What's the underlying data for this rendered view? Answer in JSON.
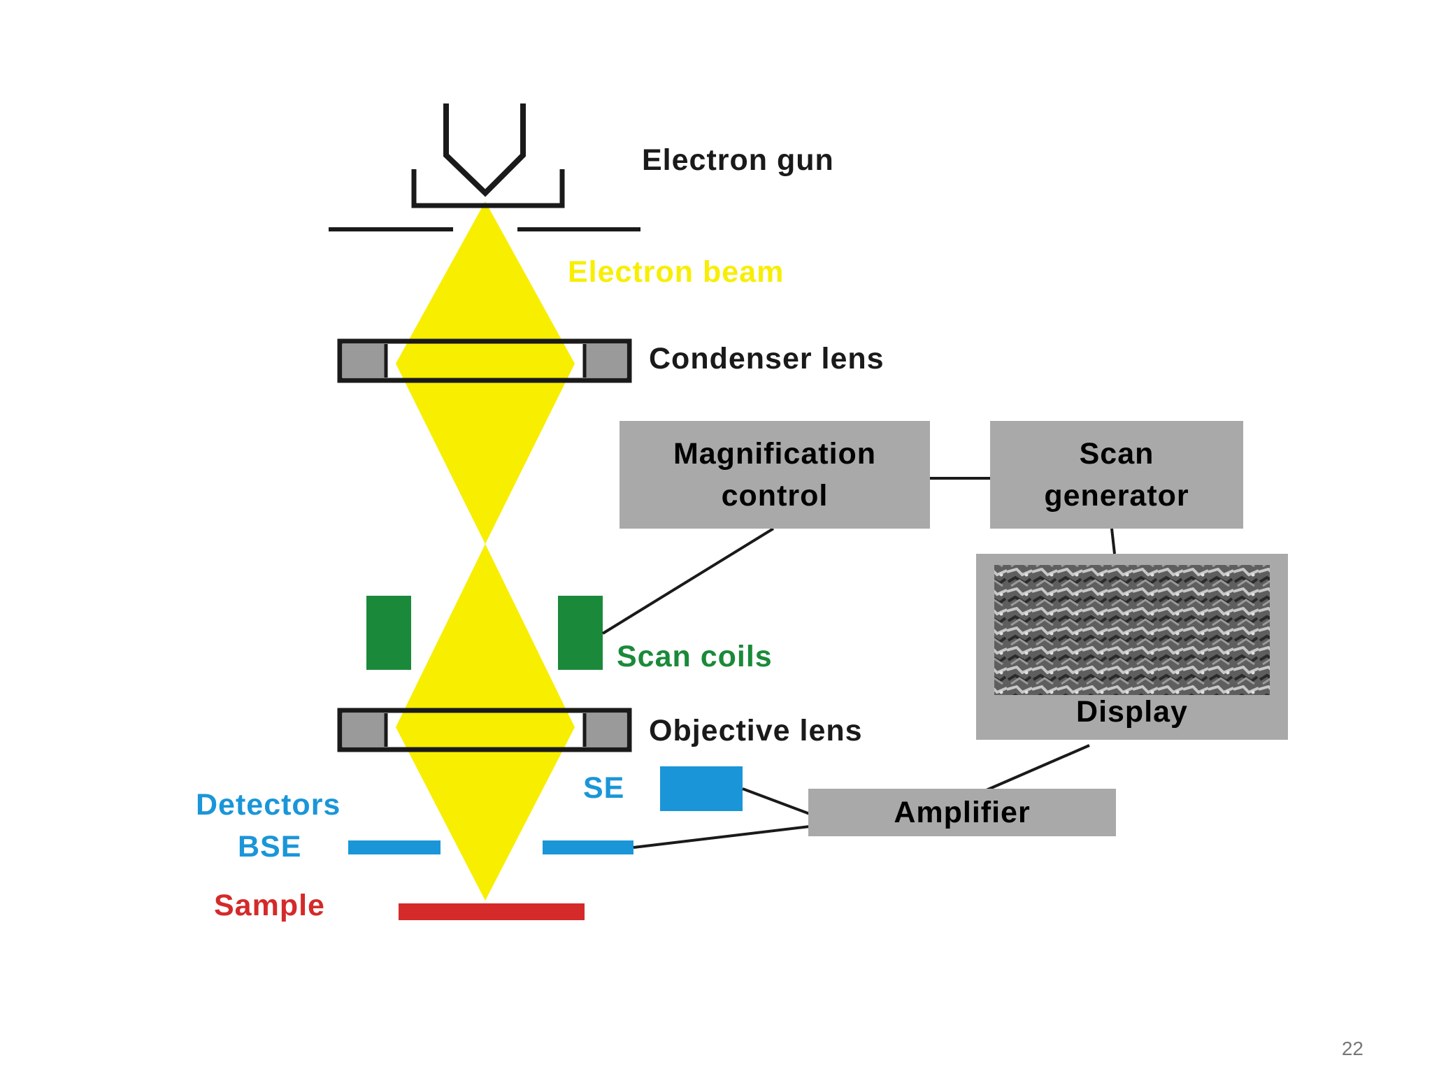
{
  "colors": {
    "beam": "#f7ee00",
    "structure": "#1a1a1a",
    "lens_fill": "#9a9a9a",
    "coil": "#1a8a3a",
    "detector": "#1a96d8",
    "sample": "#d42a2a",
    "box": "#a9a9a9",
    "label_dark": "#1a1a1a"
  },
  "labels": {
    "electron_gun": "Electron gun",
    "electron_beam": "Electron beam",
    "condenser_lens": "Condenser lens",
    "scan_coils": "Scan coils",
    "objective_lens": "Objective lens",
    "detectors": "Detectors",
    "se": "SE",
    "bse": "BSE",
    "sample": "Sample"
  },
  "boxes": {
    "magnification_control": [
      "Magnification",
      "control"
    ],
    "scan_generator": [
      "Scan",
      "generator"
    ],
    "display": "Display",
    "amplifier": "Amplifier"
  },
  "slide_number": "22"
}
